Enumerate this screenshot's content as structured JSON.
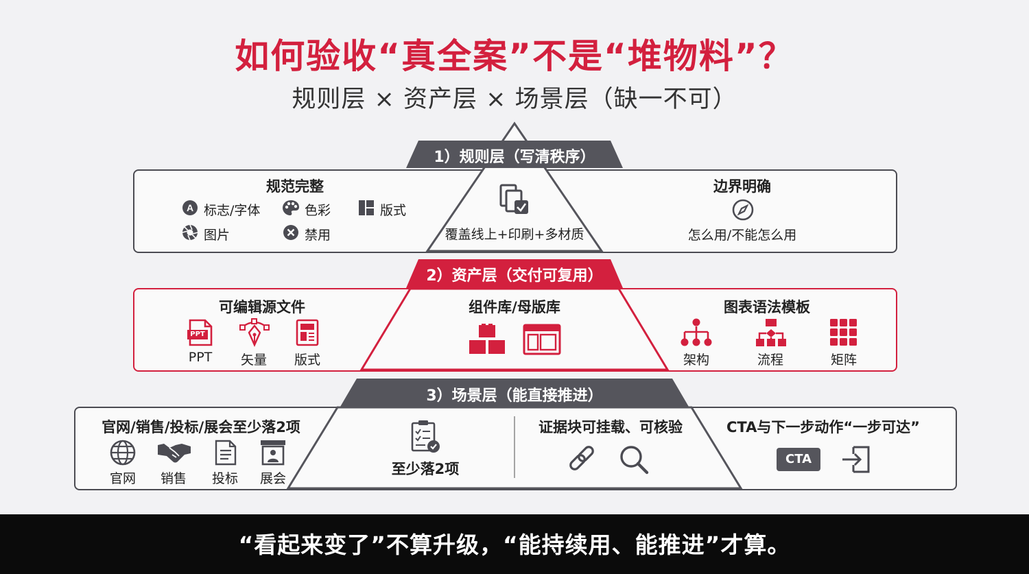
{
  "title": "如何验收“真全案”不是“堆物料”？",
  "subtitle": "规则层 × 资产层 × 场景层（缺一不可）",
  "layer1": {
    "band": "1）规则层（写清秩序）",
    "left": {
      "heading": "规范完整",
      "items": [
        "标志/字体",
        "色彩",
        "版式",
        "图片",
        "禁用"
      ]
    },
    "center": "覆盖线上+印刷+多材质",
    "right": {
      "heading": "边界明确",
      "text": "怎么用/不能怎么用"
    }
  },
  "layer2": {
    "band": "2）资产层（交付可复用）",
    "left": {
      "heading": "可编辑源文件",
      "items": [
        "PPT",
        "矢量",
        "版式"
      ],
      "ppt_badge": "PPT"
    },
    "center": "组件库/母版库",
    "right": {
      "heading": "图表语法模板",
      "items": [
        "架构",
        "流程",
        "矩阵"
      ]
    }
  },
  "layer3": {
    "band": "3）场景层（能直接推进）",
    "left": {
      "heading": "官网/销售/投标/展会至少落2项",
      "items": [
        "官网",
        "销售",
        "投标",
        "展会"
      ]
    },
    "center": "至少落2项",
    "middle": {
      "heading": "证据块可挂载、可核验"
    },
    "right": {
      "heading": "CTA与下一步动作“一步可达”",
      "cta": "CTA"
    }
  },
  "footer": "“看起来变了”不算升级，“能持续用、能推进”才算。",
  "colors": {
    "accent": "#d3203e",
    "dark": "#4b4b52",
    "band_dark": "#55555c"
  }
}
